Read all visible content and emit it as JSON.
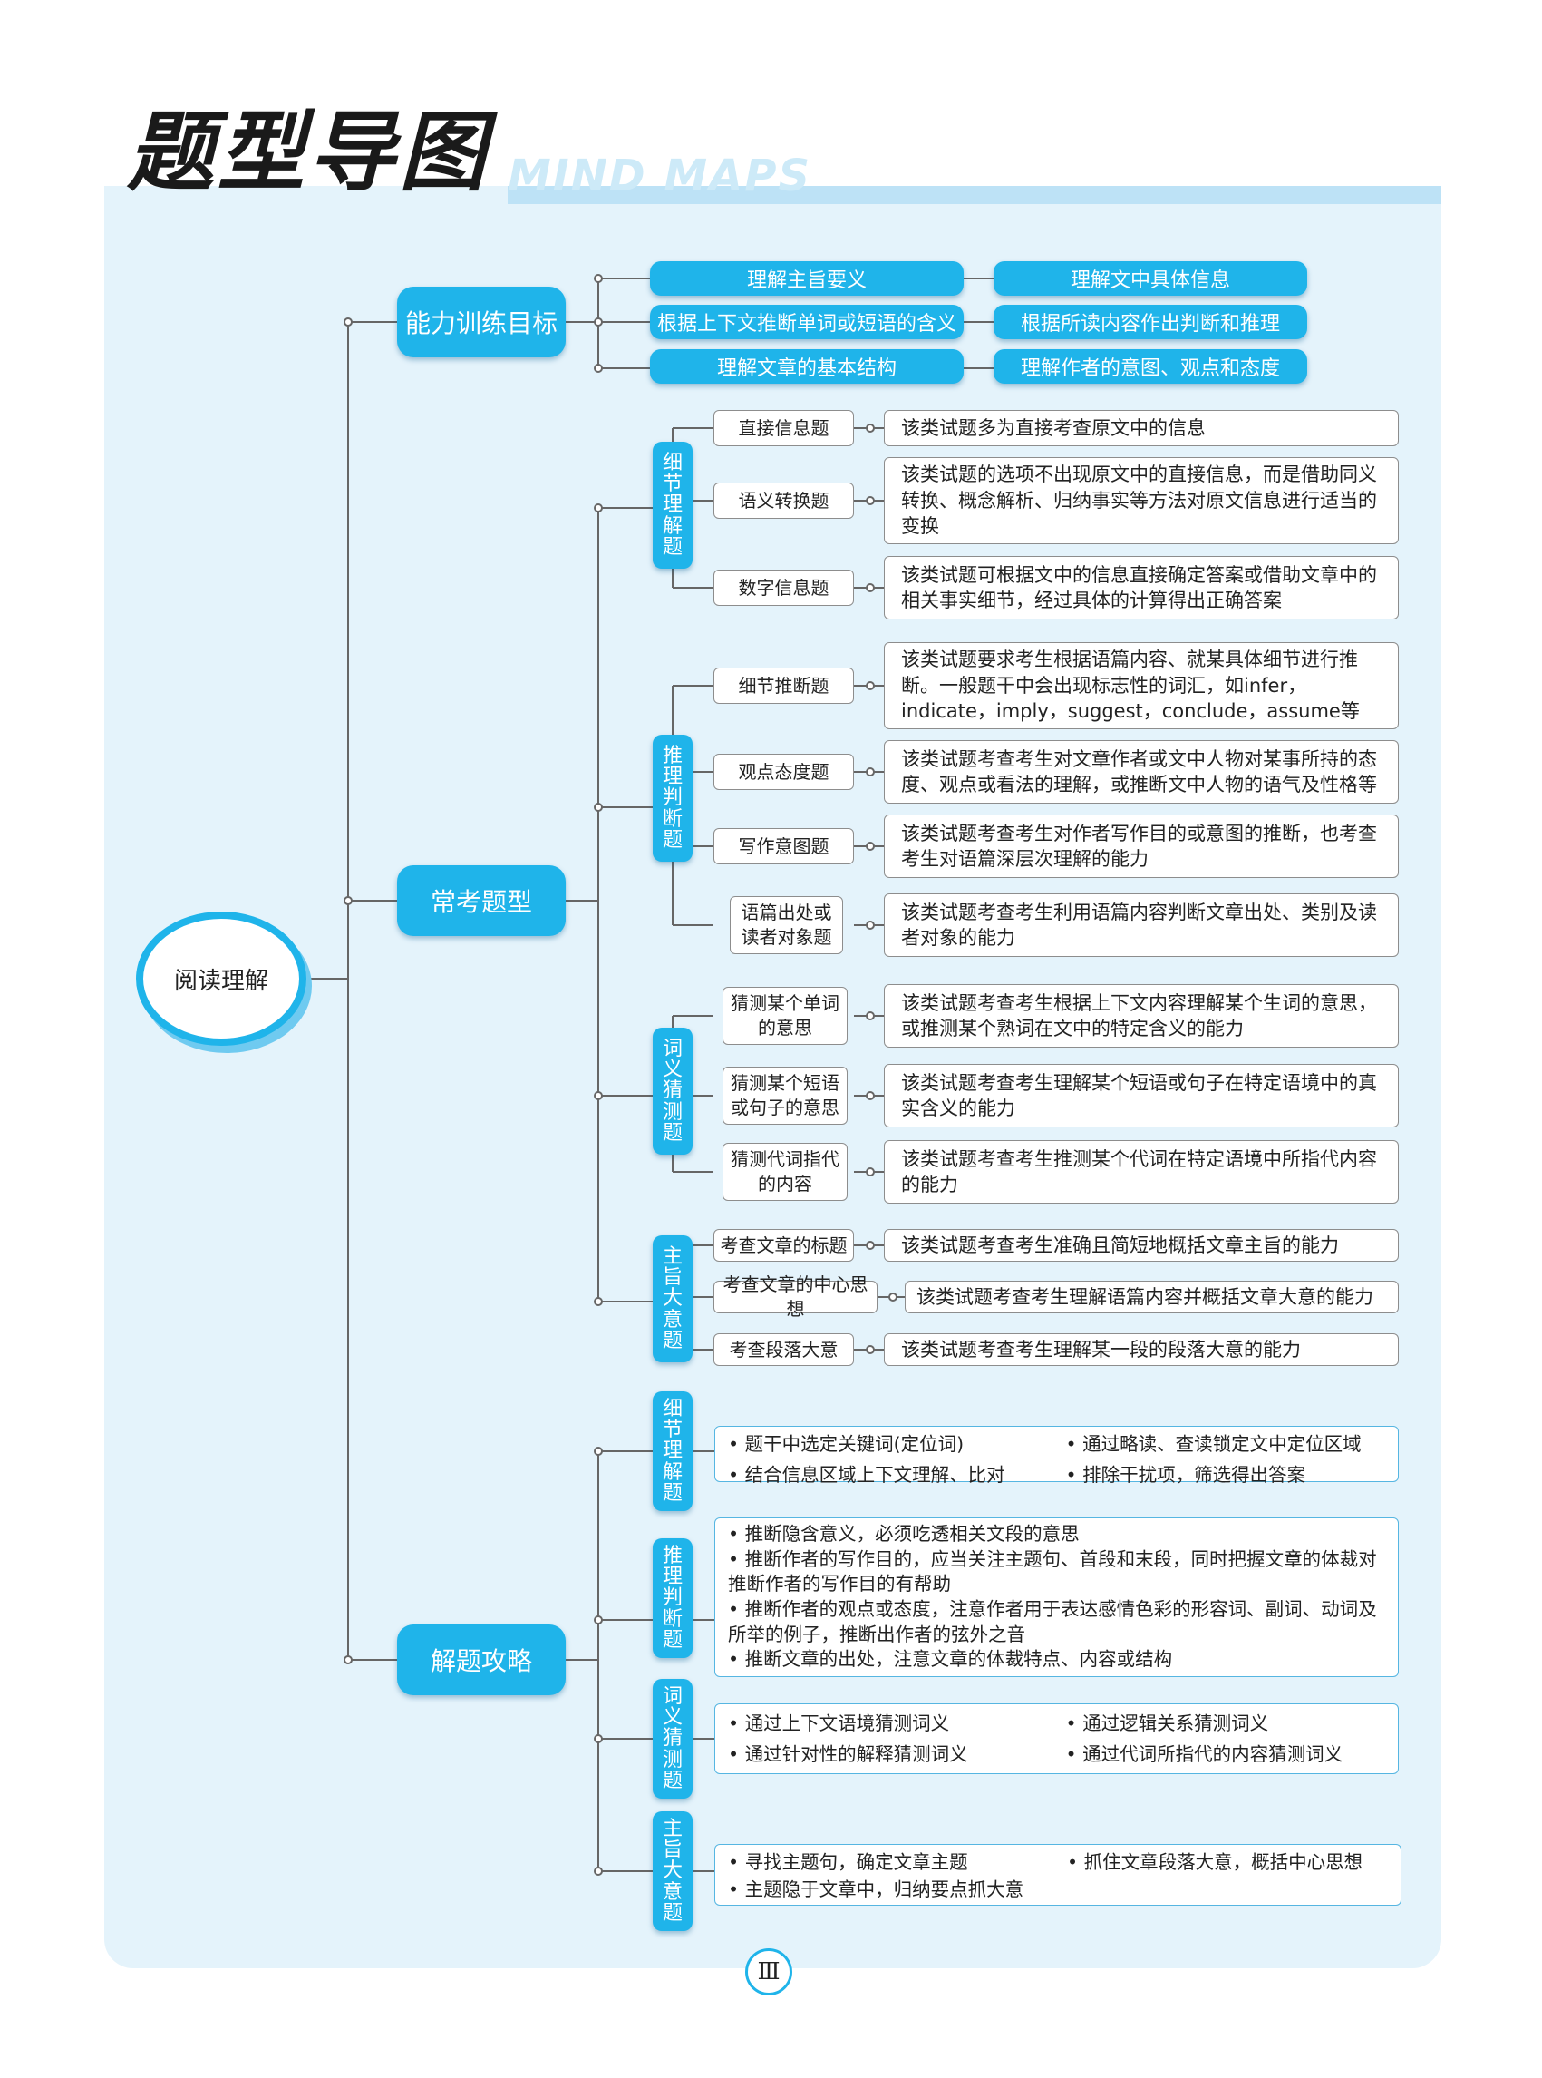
{
  "header": {
    "title_cn": "题型导图",
    "title_en": "MIND MAPS"
  },
  "root": "阅读理解",
  "ability": {
    "label": "能力训练目标",
    "items": [
      "理解主旨要义",
      "理解文中具体信息",
      "根据上下文推断单词或短语的含义",
      "根据所读内容作出判断和推理",
      "理解文章的基本结构",
      "理解作者的意图、观点和态度"
    ]
  },
  "types": {
    "label": "常考题型",
    "groups": [
      {
        "label": "细节理解题",
        "items": [
          {
            "name": "直接信息题",
            "desc": "该类试题多为直接考查原文中的信息"
          },
          {
            "name": "语义转换题",
            "desc": "该类试题的选项不出现原文中的直接信息，而是借助同义转换、概念解析、归纳事实等方法对原文信息进行适当的变换"
          },
          {
            "name": "数字信息题",
            "desc": "该类试题可根据文中的信息直接确定答案或借助文章中的相关事实细节，经过具体的计算得出正确答案"
          }
        ]
      },
      {
        "label": "推理判断题",
        "items": [
          {
            "name": "细节推断题",
            "desc": "该类试题要求考生根据语篇内容、就某具体细节进行推断。一般题干中会出现标志性的词汇，如infer，indicate，imply，suggest，conclude，assume等"
          },
          {
            "name": "观点态度题",
            "desc": "该类试题考查考生对文章作者或文中人物对某事所持的态度、观点或看法的理解，或推断文中人物的语气及性格等"
          },
          {
            "name": "写作意图题",
            "desc": "该类试题考查考生对作者写作目的或意图的推断，也考查考生对语篇深层次理解的能力"
          },
          {
            "name": "语篇出处或读者对象题",
            "desc": "该类试题考查考生利用语篇内容判断文章出处、类别及读者对象的能力"
          }
        ]
      },
      {
        "label": "词义猜测题",
        "items": [
          {
            "name": "猜测某个单词的意思",
            "desc": "该类试题考查考生根据上下文内容理解某个生词的意思，或推测某个熟词在文中的特定含义的能力"
          },
          {
            "name": "猜测某个短语或句子的意思",
            "desc": "该类试题考查考生理解某个短语或句子在特定语境中的真实含义的能力"
          },
          {
            "name": "猜测代词指代的内容",
            "desc": "该类试题考查考生推测某个代词在特定语境中所指代内容的能力"
          }
        ]
      },
      {
        "label": "主旨大意题",
        "items": [
          {
            "name": "考查文章的标题",
            "desc": "该类试题考查考生准确且简短地概括文章主旨的能力"
          },
          {
            "name": "考查文章的中心思想",
            "desc": "该类试题考查考生理解语篇内容并概括文章大意的能力"
          },
          {
            "name": "考查段落大意",
            "desc": "该类试题考查考生理解某一段的段落大意的能力"
          }
        ]
      }
    ]
  },
  "strategy": {
    "label": "解题攻略",
    "groups": [
      {
        "label": "细节理解题",
        "items": [
          "题干中选定关键词(定位词)",
          "通过略读、查读锁定文中定位区域",
          "结合信息区域上下文理解、比对",
          "排除干扰项，筛选得出答案"
        ]
      },
      {
        "label": "推理判断题",
        "items": [
          "推断隐含意义，必须吃透相关文段的意思",
          "推断作者的写作目的，应当关注主题句、首段和末段，同时把握文章的体裁对推断作者的写作目的有帮助",
          "推断作者的观点或态度，注意作者用于表达感情色彩的形容词、副词、动词及所举的例子，推断出作者的弦外之音",
          "推断文章的出处，注意文章的体裁特点、内容或结构"
        ]
      },
      {
        "label": "词义猜测题",
        "items": [
          "通过上下文语境猜测词义",
          "通过逻辑关系猜测词义",
          "通过针对性的解释猜测词义",
          "通过代词所指代的内容猜测词义"
        ]
      },
      {
        "label": "主旨大意题",
        "items": [
          "寻找主题句，确定文章主题",
          "抓住文章段落大意，概括中心思想",
          "主题隐于文章中，归纳要点抓大意"
        ]
      }
    ]
  },
  "page_number": "Ⅲ",
  "colors": {
    "accent": "#1fb4ea",
    "panel": "#e4f3fb",
    "line": "#666666"
  }
}
